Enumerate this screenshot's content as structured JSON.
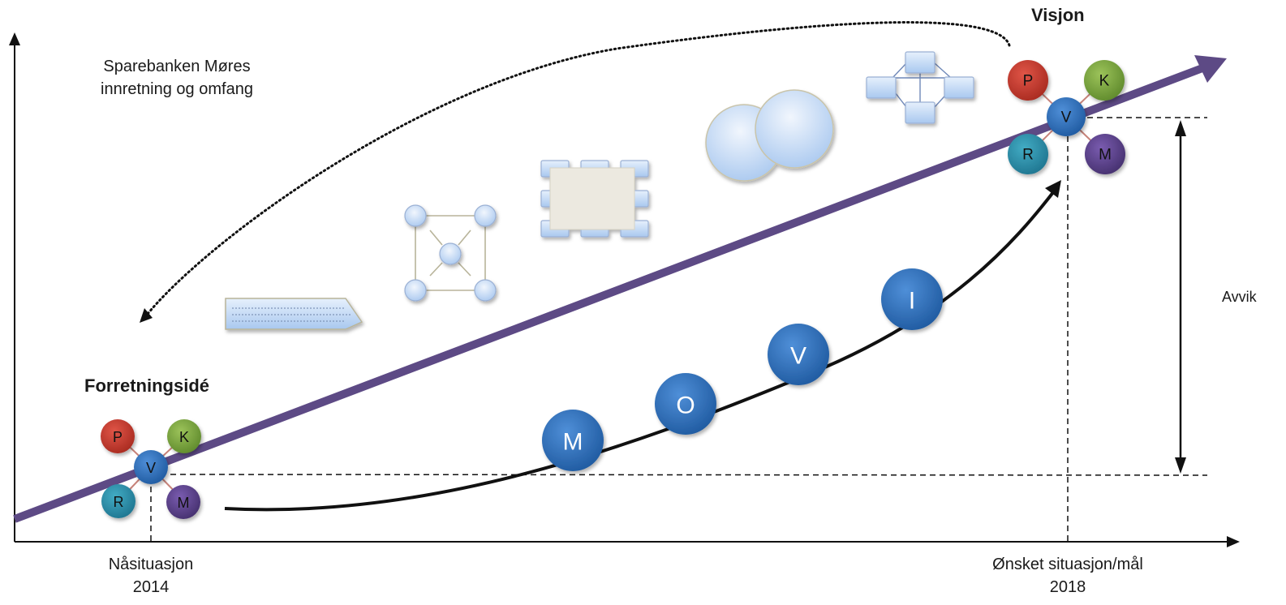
{
  "y_axis_label": [
    "Sparebanken Møres",
    "innretning og omfang"
  ],
  "start": {
    "heading": "Forretningsidé",
    "caption": [
      "Nåsituasjon",
      "2014"
    ]
  },
  "vision": {
    "heading": "Visjon",
    "caption": [
      "Ønsket situasjon/mål",
      "2018"
    ]
  },
  "gap_label": "Avvik",
  "cluster_nodes": {
    "center": "V",
    "top_left": "P",
    "top_right": "K",
    "bottom_left": "R",
    "bottom_right": "M"
  },
  "path_nodes": [
    "M",
    "O",
    "V",
    "I"
  ],
  "colors": {
    "trend_arrow": "#5d4a85",
    "node_blue": "#2f6db5",
    "node_p": "#c0392b",
    "node_k": "#7fa842",
    "node_r": "#2a8fa8",
    "node_m": "#5b3f8c",
    "shape_fill": "#c8dcf5",
    "shape_stroke": "#b8b49a"
  },
  "icons": [
    "chevron-list-icon",
    "network-node-icon",
    "matrix-grid-icon",
    "venn-circles-icon",
    "hierarchy-flow-icon"
  ]
}
